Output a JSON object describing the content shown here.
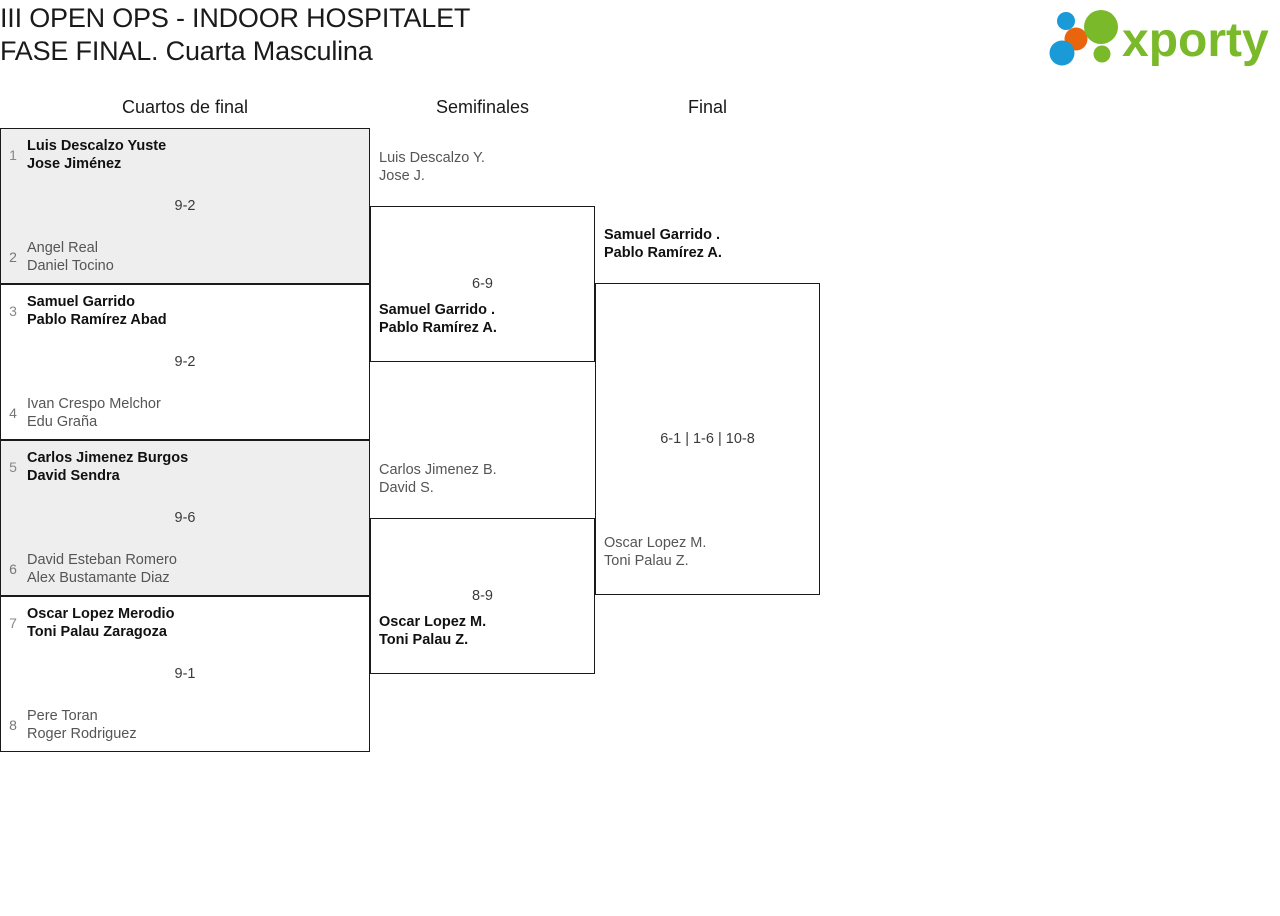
{
  "header": {
    "title_line1": "III OPEN OPS - INDOOR HOSPITALET",
    "title_line2": "FASE FINAL. Cuarta Masculina",
    "logo_text": "xporty",
    "logo_colors": {
      "green": "#7ab929",
      "orange": "#e8650d",
      "blue": "#1a9ad7"
    }
  },
  "rounds": [
    {
      "label": "Cuartos de final"
    },
    {
      "label": "Semifinales"
    },
    {
      "label": "Final"
    }
  ],
  "bracket": {
    "quarterfinals": [
      {
        "score": "9-2",
        "shaded": true,
        "top": {
          "seed": "1",
          "player1": "Luis Descalzo Yuste",
          "player2": "Jose Jiménez",
          "winner": true
        },
        "bottom": {
          "seed": "2",
          "player1": "Angel Real",
          "player2": "Daniel Tocino",
          "winner": false
        }
      },
      {
        "score": "9-2",
        "shaded": false,
        "top": {
          "seed": "3",
          "player1": "Samuel Garrido",
          "player2": "Pablo Ramírez Abad",
          "winner": true
        },
        "bottom": {
          "seed": "4",
          "player1": "Ivan Crespo Melchor",
          "player2": "Edu Graña",
          "winner": false
        }
      },
      {
        "score": "9-6",
        "shaded": true,
        "top": {
          "seed": "5",
          "player1": "Carlos Jimenez Burgos",
          "player2": "David Sendra",
          "winner": true
        },
        "bottom": {
          "seed": "6",
          "player1": "David Esteban Romero",
          "player2": "Alex Bustamante Diaz",
          "winner": false
        }
      },
      {
        "score": "9-1",
        "shaded": false,
        "top": {
          "seed": "7",
          "player1": "Oscar Lopez Merodio",
          "player2": "Toni Palau Zaragoza",
          "winner": true
        },
        "bottom": {
          "seed": "8",
          "player1": "Pere Toran",
          "player2": "Roger Rodriguez",
          "winner": false
        }
      }
    ],
    "semifinals": [
      {
        "score": "6-9",
        "top": {
          "player1": "Luis Descalzo Y.",
          "player2": "Jose J.",
          "winner": false
        },
        "bottom": {
          "player1": "Samuel Garrido .",
          "player2": "Pablo Ramírez A.",
          "winner": true
        }
      },
      {
        "score": "8-9",
        "top": {
          "player1": "Carlos Jimenez B.",
          "player2": "David S.",
          "winner": false
        },
        "bottom": {
          "player1": "Oscar Lopez M.",
          "player2": "Toni Palau Z.",
          "winner": true
        }
      }
    ],
    "final": [
      {
        "score": "6-1 | 1-6 | 10-8",
        "top": {
          "player1": "Samuel Garrido .",
          "player2": "Pablo Ramírez A.",
          "winner": true
        },
        "bottom": {
          "player1": "Oscar Lopez M.",
          "player2": "Toni Palau Z.",
          "winner": false
        }
      }
    ]
  }
}
